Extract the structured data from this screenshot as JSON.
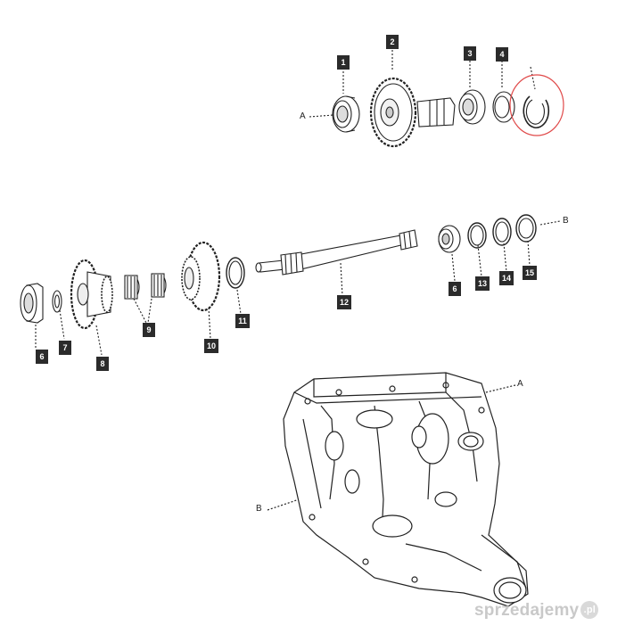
{
  "callouts": {
    "p1": "1",
    "p2": "2",
    "p3": "3",
    "p4": "4",
    "p6a": "6",
    "p6b": "6",
    "p7": "7",
    "p8": "8",
    "p9": "9",
    "p10": "10",
    "p11": "11",
    "p12": "12",
    "p13": "13",
    "p14": "14",
    "p15": "15"
  },
  "refs": {
    "a_top": "A",
    "a_housing": "A",
    "b_shaft": "B",
    "b_housing": "B"
  },
  "watermark": {
    "text": "sprzedajemy",
    "badge": ".pl"
  },
  "colors": {
    "callout_bg": "#2b2b2b",
    "highlight_circle": "#e04a4a",
    "line": "#222222",
    "watermark": "#c9c9c9"
  }
}
